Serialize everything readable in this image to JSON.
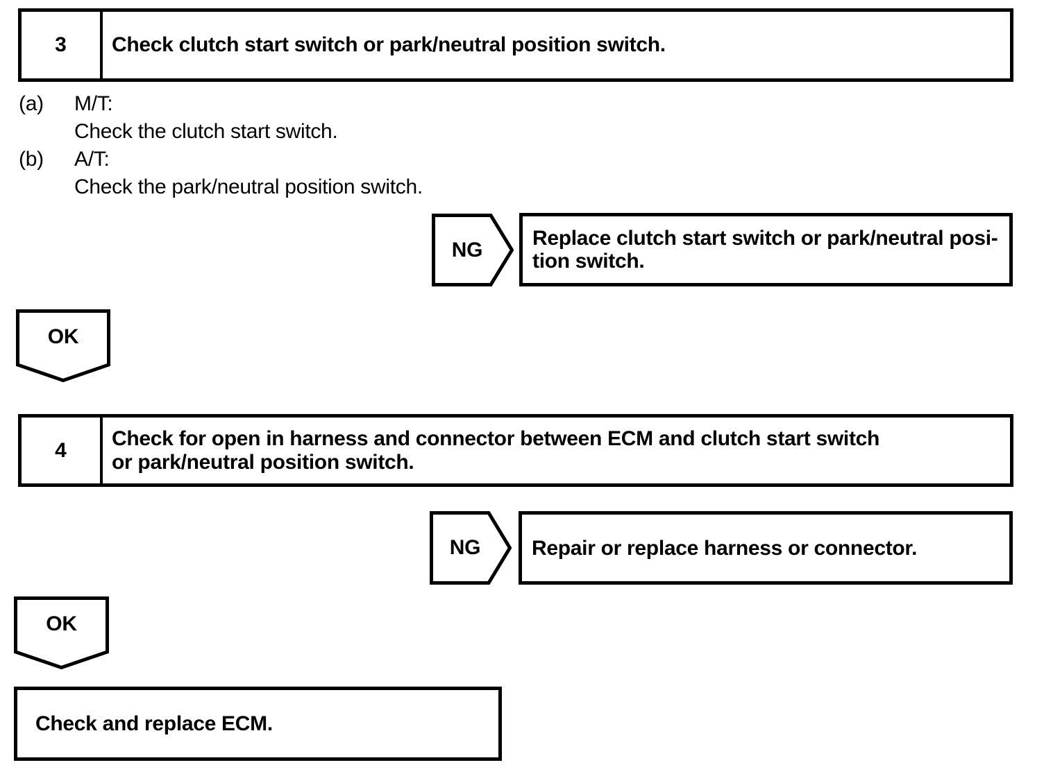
{
  "page": {
    "background": "#ffffff",
    "ink_color": "#000000"
  },
  "flowchart": {
    "steps": [
      {
        "number": "3",
        "title": "Check clutch start switch or park/neutral position switch.",
        "instructions": [
          {
            "label": "(a)",
            "heading": "M/T:",
            "text": "Check the clutch start switch."
          },
          {
            "label": "(b)",
            "heading": "A/T:",
            "text": "Check the park/neutral position switch."
          }
        ],
        "ng": {
          "label": "NG",
          "action": "Replace clutch start switch or park/neutral posi-\ntion switch."
        },
        "ok": {
          "label": "OK"
        }
      },
      {
        "number": "4",
        "title": "Check for open in harness and connector between ECM and clutch start switch\nor park/neutral position switch.",
        "instructions": [],
        "ng": {
          "label": "NG",
          "action": "Repair or replace harness or connector."
        },
        "ok": {
          "label": "OK"
        }
      }
    ],
    "final_action": "Check and replace ECM."
  }
}
